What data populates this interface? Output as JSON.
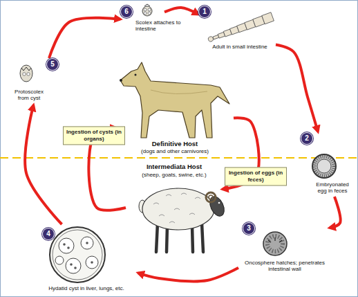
{
  "diagram": {
    "nodes": [
      {
        "text": [
          "1",
          "Adult in small intestine"
        ]
      },
      {
        "text": [
          "2",
          "Embryonated egg in feces"
        ]
      },
      {
        "text": [
          "3",
          "Oncosphere hatches; penetrates intestinal wall"
        ]
      },
      {
        "text": [
          "4",
          "Hydatid cyst in liver, lungs, etc."
        ]
      },
      {
        "text": [
          "5",
          "Protoscolex from cyst"
        ]
      },
      {
        "text": [
          "6",
          "Scolex attaches to intestine"
        ]
      },
      {
        "text": [
          "Definitive Host",
          "(dogs and other carnivores)"
        ]
      },
      {
        "text": [
          "Intermediata Host",
          "(sheep, goats, swine, etc.)"
        ]
      }
    ],
    "edges": [
      {
        "from": 5,
        "to": 0,
        "arrow": "to"
      },
      {
        "from": 0,
        "to": 1,
        "arrow": "to"
      },
      {
        "from": 1,
        "to": 2,
        "arrow": "to"
      },
      {
        "from": 2,
        "to": 3,
        "arrow": "to"
      },
      {
        "from": 3,
        "to": 4,
        "arrow": "to"
      },
      {
        "from": 4,
        "to": 5,
        "arrow": "to"
      },
      {
        "from": 6,
        "to": 7,
        "label": "Ingestion of eggs (in feces)",
        "arrow": "to"
      },
      {
        "from": 7,
        "to": 6,
        "label": "Ingestion of cysts (in organs)",
        "arrow": "to"
      }
    ]
  }
}
